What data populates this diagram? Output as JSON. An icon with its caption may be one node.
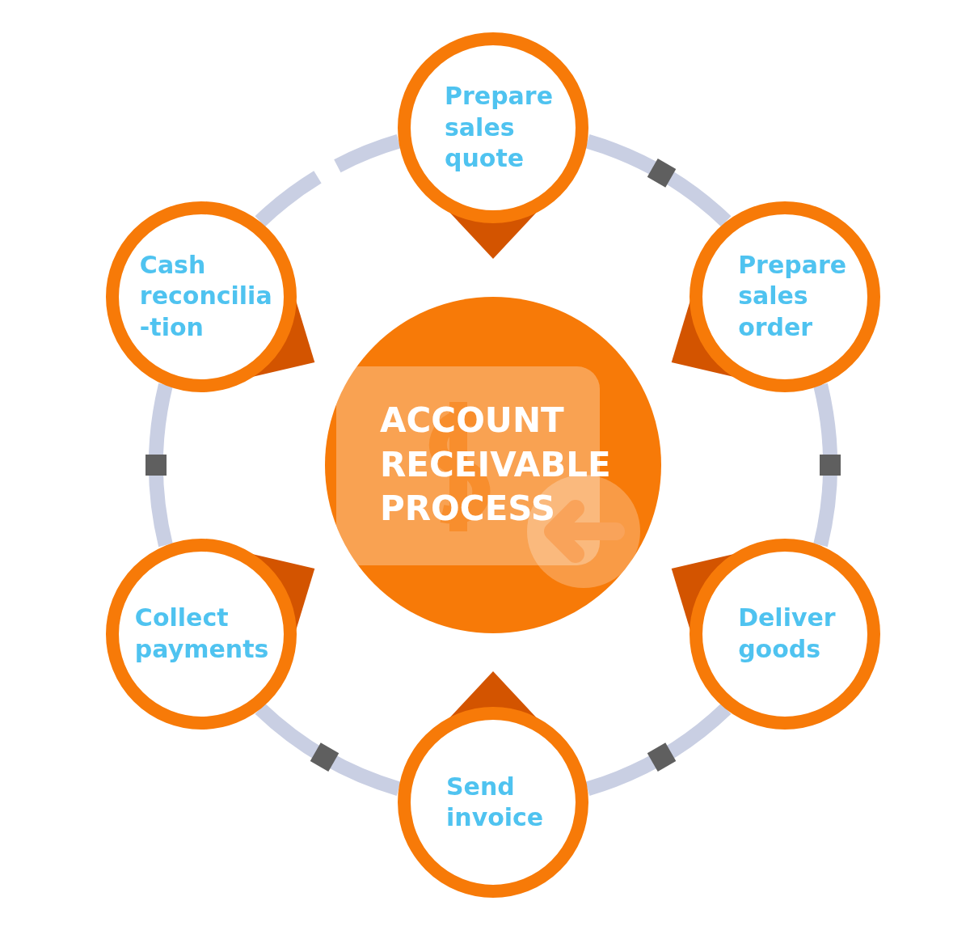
{
  "diagram": {
    "nodes": [
      {
        "text": [
          "ACCOUNT RECEIVABLE PROCESS"
        ]
      },
      {
        "text": [
          "Prepare sales quote"
        ]
      },
      {
        "text": [
          "Prepare sales order"
        ]
      },
      {
        "text": [
          "Deliver goods"
        ]
      },
      {
        "text": [
          "Send invoice"
        ]
      },
      {
        "text": [
          "Collect payments"
        ]
      },
      {
        "text": [
          "Cash reconcilia -tion"
        ]
      }
    ],
    "edges": [
      {
        "from": 1,
        "to": 2,
        "arrow": "none"
      },
      {
        "from": 2,
        "to": 3,
        "arrow": "none"
      },
      {
        "from": 3,
        "to": 4,
        "arrow": "none"
      },
      {
        "from": 4,
        "to": 5,
        "arrow": "none"
      },
      {
        "from": 5,
        "to": 6,
        "arrow": "none"
      },
      {
        "from": 6,
        "to": 1,
        "arrow": "none",
        "style": "dashed"
      }
    ]
  }
}
